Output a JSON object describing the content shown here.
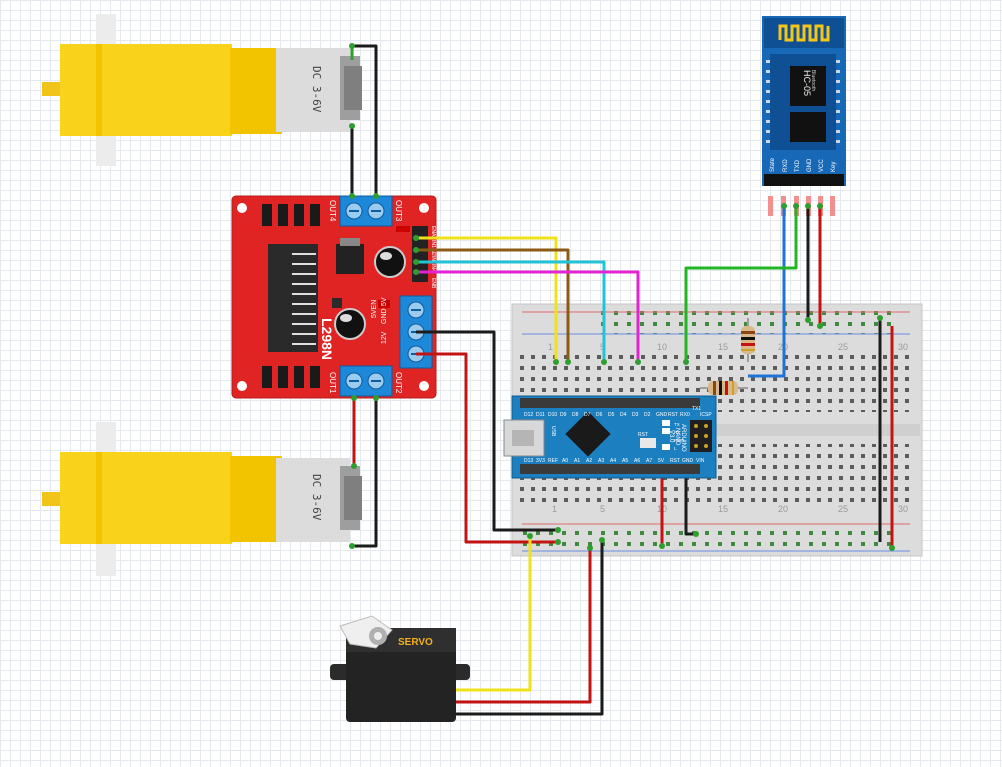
{
  "motors": {
    "top_label": "DC 3-6V",
    "bottom_label": "DC 3-6V"
  },
  "driver": {
    "model": "L298N",
    "out4": "OUT4",
    "out3": "OUT3",
    "out1": "OUT1",
    "out2": "OUT2",
    "v12": "12V",
    "gnd": "GND",
    "v5": "5V",
    "en5v": "5VEN",
    "pins": [
      "ENA",
      "IN1",
      "IN2",
      "IN3",
      "IN4",
      "ENB"
    ]
  },
  "bluetooth": {
    "model": "HC-05",
    "subtitle": "Bluetooth",
    "pins": [
      "State",
      "RXD",
      "TXD",
      "GND",
      "VCC",
      "Key"
    ]
  },
  "nano": {
    "brand": "ARDUINO",
    "model": "NANO",
    "version": "V3.0",
    "icsp": "ICSP",
    "usb": "USB",
    "top_pins": [
      "D12",
      "D11",
      "D10",
      "D9",
      "D8",
      "D7",
      "D6",
      "D5",
      "D4",
      "D3",
      "D2",
      "GND",
      "RST",
      "RX0",
      "TX1"
    ],
    "bottom_pins": [
      "D13",
      "3V3",
      "REF",
      "A0",
      "A1",
      "A2",
      "A3",
      "A4",
      "A5",
      "A6",
      "A7",
      "5V",
      "RST",
      "GND",
      "VIN"
    ],
    "led_labels": [
      "TX",
      "RX",
      "PWR",
      "L"
    ],
    "rst_label": "RST"
  },
  "breadboard": {
    "numbers_top": [
      "1",
      "5",
      "10",
      "15",
      "20",
      "25",
      "30"
    ],
    "numbers_bottom": [
      "1",
      "5",
      "10",
      "15",
      "20",
      "25",
      "30"
    ]
  },
  "servo": {
    "label": "SERVO"
  },
  "colors": {
    "board_red": "#e02424",
    "motor_yellow": "#f9d21b",
    "terminal_blue": "#1e88d8",
    "nano_blue": "#1b7fc0",
    "hc05_blue": "#1868b8"
  }
}
